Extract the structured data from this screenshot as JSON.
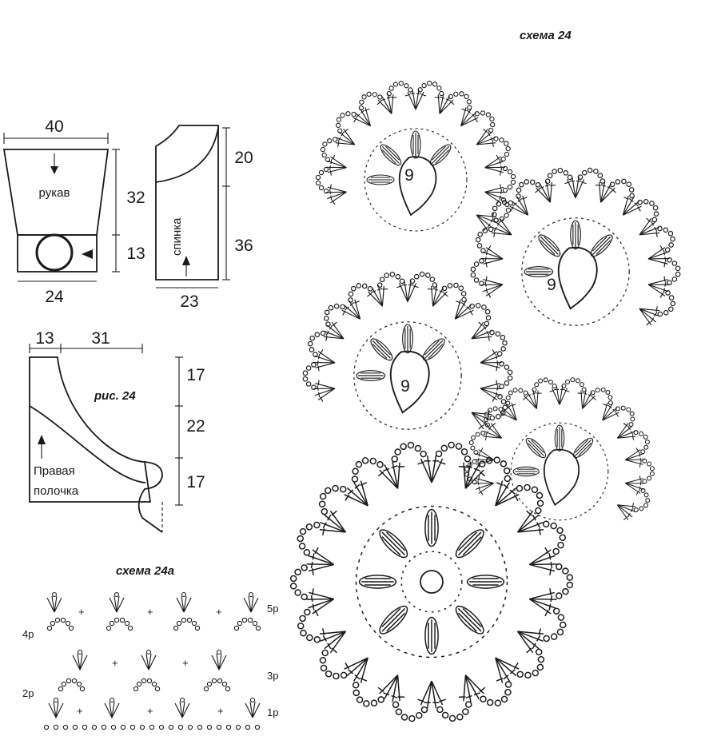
{
  "sleeve": {
    "top_width": "40",
    "bottom_width": "24",
    "height_upper": "32",
    "height_lower": "13",
    "label": "рукав"
  },
  "back": {
    "height_upper": "20",
    "height_lower": "36",
    "bottom_width": "23",
    "label": "спинка"
  },
  "front": {
    "width_left": "13",
    "width_right": "31",
    "h1": "17",
    "h2": "22",
    "h3": "17",
    "label_line1": "Правая",
    "label_line2": "полочка",
    "caption": "рис. 24"
  },
  "scheme_main": {
    "caption": "схема 24",
    "motif_number_1": "9",
    "motif_number_2": "9",
    "motif_number_3": "9"
  },
  "scheme_small": {
    "caption": "схема 24а",
    "rows": [
      "1р",
      "2р",
      "3р",
      "4р",
      "5р"
    ]
  }
}
